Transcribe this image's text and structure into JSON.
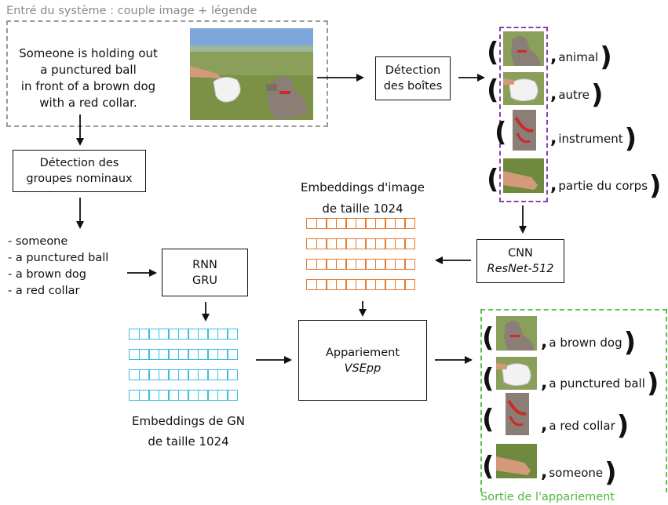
{
  "input": {
    "title": "Entré du système : couple image + légende",
    "caption_lines": [
      "Someone is holding out",
      "a punctured ball",
      "in front of a brown dog",
      "with a red collar."
    ]
  },
  "steps": {
    "box_detection": [
      "Détection",
      "des boîtes"
    ],
    "np_detection": [
      "Détection des",
      "groupes nominaux"
    ],
    "rnn": [
      "RNN",
      "GRU"
    ],
    "cnn": {
      "name": "CNN",
      "model": "ResNet-512"
    },
    "matching": {
      "name": "Appariement",
      "model": "VSEpp"
    }
  },
  "noun_phrases": [
    "- someone",
    "- a punctured ball",
    "- a brown dog",
    "- a red collar"
  ],
  "image_embeddings": [
    "Embeddings d'image",
    "de taille 1024"
  ],
  "np_embeddings": [
    "Embeddings de GN",
    "de taille 1024"
  ],
  "detected_boxes": [
    {
      "label": "animal",
      "icon": "dog-crop"
    },
    {
      "label": "autre",
      "icon": "ball-crop"
    },
    {
      "label": "instrument",
      "icon": "collar-crop"
    },
    {
      "label": "partie du corps",
      "icon": "hand-crop"
    }
  ],
  "output": {
    "title": "Sortie de l'appariement",
    "pairs": [
      {
        "label": "a brown dog",
        "icon": "dog-crop"
      },
      {
        "label": "a punctured ball",
        "icon": "ball-crop"
      },
      {
        "label": "a red collar",
        "icon": "collar-crop"
      },
      {
        "label": "someone",
        "icon": "hand-crop"
      }
    ]
  },
  "colors": {
    "image_embedding": "#e8782e",
    "np_embedding": "#3cbce4",
    "boxes_frame": "#8e3fb0",
    "output_frame": "#5cc04a",
    "input_frame": "#9a9a9a"
  }
}
